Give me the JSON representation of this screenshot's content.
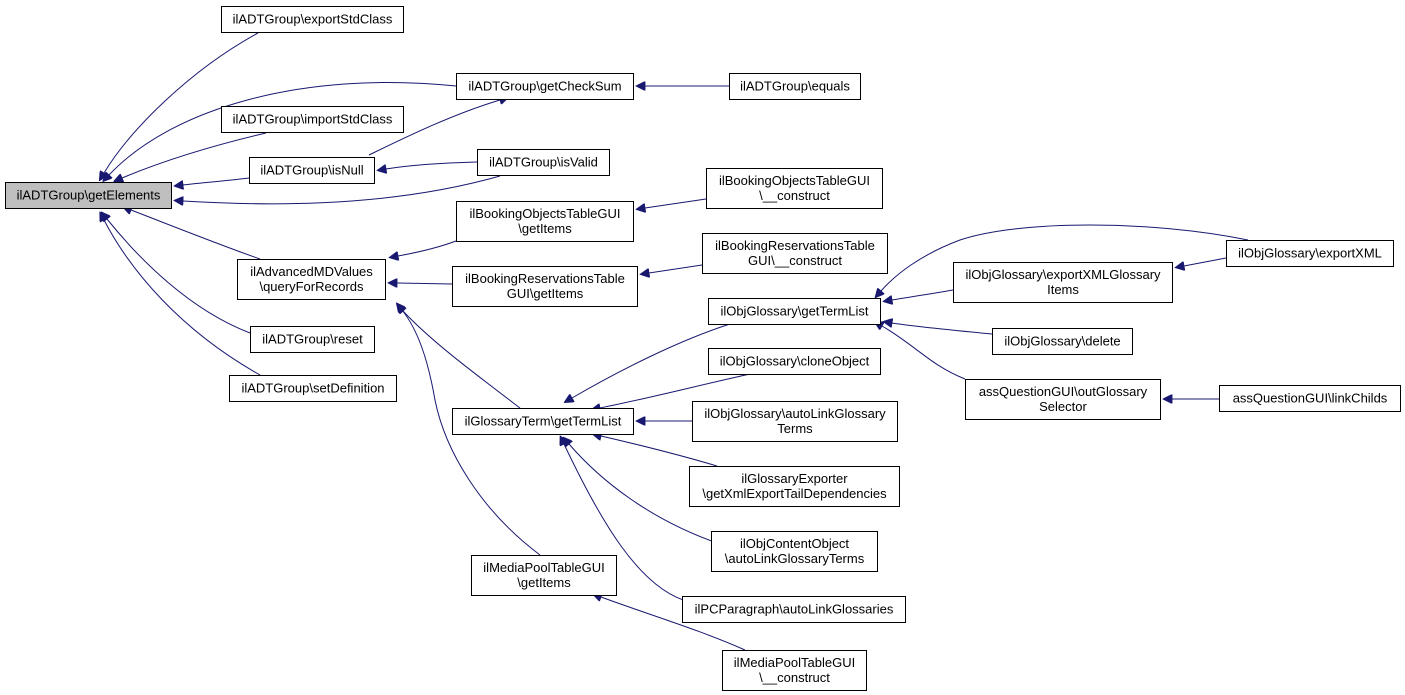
{
  "nodes": {
    "getElements": {
      "lines": [
        "ilADTGroup\\getElements"
      ],
      "focus": true
    },
    "exportStdClass": {
      "lines": [
        "ilADTGroup\\exportStdClass"
      ]
    },
    "getCheckSum": {
      "lines": [
        "ilADTGroup\\getCheckSum"
      ]
    },
    "equals": {
      "lines": [
        "ilADTGroup\\equals"
      ]
    },
    "importStdClass": {
      "lines": [
        "ilADTGroup\\importStdClass"
      ]
    },
    "isNull": {
      "lines": [
        "ilADTGroup\\isNull"
      ]
    },
    "isValid": {
      "lines": [
        "ilADTGroup\\isValid"
      ]
    },
    "queryForRecords": {
      "lines": [
        "ilAdvancedMDValues",
        "\\queryForRecords"
      ]
    },
    "bookingObjGetItems": {
      "lines": [
        "ilBookingObjectsTableGUI",
        "\\getItems"
      ]
    },
    "bookingObjConstruct": {
      "lines": [
        "ilBookingObjectsTableGUI",
        "\\__construct"
      ]
    },
    "bookingResGetItems": {
      "lines": [
        "ilBookingReservationsTable",
        "GUI\\getItems"
      ]
    },
    "bookingResConstruct": {
      "lines": [
        "ilBookingReservationsTable",
        "GUI\\__construct"
      ]
    },
    "reset": {
      "lines": [
        "ilADTGroup\\reset"
      ]
    },
    "setDefinition": {
      "lines": [
        "ilADTGroup\\setDefinition"
      ]
    },
    "objGlossaryGetTermList": {
      "lines": [
        "ilObjGlossary\\getTermList"
      ]
    },
    "exportXMLGlossaryItems": {
      "lines": [
        "ilObjGlossary\\exportXMLGlossary",
        "Items"
      ]
    },
    "exportXML": {
      "lines": [
        "ilObjGlossary\\exportXML"
      ]
    },
    "objGlossaryDelete": {
      "lines": [
        "ilObjGlossary\\delete"
      ]
    },
    "outGlossarySelector": {
      "lines": [
        "assQuestionGUI\\outGlossary",
        "Selector"
      ]
    },
    "linkChilds": {
      "lines": [
        "assQuestionGUI\\linkChilds"
      ]
    },
    "cloneObject": {
      "lines": [
        "ilObjGlossary\\cloneObject"
      ]
    },
    "glossaryTermGetTermList": {
      "lines": [
        "ilGlossaryTerm\\getTermList"
      ]
    },
    "autoLinkGlossaryTerms": {
      "lines": [
        "ilObjGlossary\\autoLinkGlossary",
        "Terms"
      ]
    },
    "glossaryExporter": {
      "lines": [
        "ilGlossaryExporter",
        "\\getXmlExportTailDependencies"
      ]
    },
    "contentObjAutoLink": {
      "lines": [
        "ilObjContentObject",
        "\\autoLinkGlossaryTerms"
      ]
    },
    "pcParagraphAutoLink": {
      "lines": [
        "ilPCParagraph\\autoLinkGlossaries"
      ]
    },
    "mediaPoolGetItems": {
      "lines": [
        "ilMediaPoolTableGUI",
        "\\getItems"
      ]
    },
    "mediaPoolConstruct": {
      "lines": [
        "ilMediaPoolTableGUI",
        "\\__construct"
      ]
    }
  },
  "edges": [
    {
      "from": "exportStdClass",
      "to": "getElements"
    },
    {
      "from": "getCheckSum",
      "to": "getElements"
    },
    {
      "from": "equals",
      "to": "getCheckSum"
    },
    {
      "from": "importStdClass",
      "to": "getElements"
    },
    {
      "from": "isNull",
      "to": "getElements"
    },
    {
      "from": "isNull",
      "to": "getCheckSum"
    },
    {
      "from": "isValid",
      "to": "isNull"
    },
    {
      "from": "isValid",
      "to": "getElements"
    },
    {
      "from": "queryForRecords",
      "to": "getElements"
    },
    {
      "from": "bookingObjGetItems",
      "to": "queryForRecords"
    },
    {
      "from": "bookingObjConstruct",
      "to": "bookingObjGetItems"
    },
    {
      "from": "bookingResGetItems",
      "to": "queryForRecords"
    },
    {
      "from": "bookingResConstruct",
      "to": "bookingResGetItems"
    },
    {
      "from": "reset",
      "to": "getElements"
    },
    {
      "from": "setDefinition",
      "to": "getElements"
    },
    {
      "from": "glossaryTermGetTermList",
      "to": "queryForRecords"
    },
    {
      "from": "mediaPoolGetItems",
      "to": "queryForRecords"
    },
    {
      "from": "mediaPoolConstruct",
      "to": "mediaPoolGetItems"
    },
    {
      "from": "objGlossaryGetTermList",
      "to": "glossaryTermGetTermList"
    },
    {
      "from": "cloneObject",
      "to": "glossaryTermGetTermList"
    },
    {
      "from": "autoLinkGlossaryTerms",
      "to": "glossaryTermGetTermList"
    },
    {
      "from": "glossaryExporter",
      "to": "glossaryTermGetTermList"
    },
    {
      "from": "contentObjAutoLink",
      "to": "glossaryTermGetTermList"
    },
    {
      "from": "pcParagraphAutoLink",
      "to": "glossaryTermGetTermList"
    },
    {
      "from": "exportXML",
      "to": "objGlossaryGetTermList"
    },
    {
      "from": "exportXMLGlossaryItems",
      "to": "objGlossaryGetTermList"
    },
    {
      "from": "exportXML",
      "to": "exportXMLGlossaryItems"
    },
    {
      "from": "objGlossaryDelete",
      "to": "objGlossaryGetTermList"
    },
    {
      "from": "outGlossarySelector",
      "to": "objGlossaryGetTermList"
    },
    {
      "from": "linkChilds",
      "to": "outGlossarySelector"
    }
  ],
  "colors": {
    "edge": "#191970",
    "focus_fill": "#bfbfbf",
    "node_border": "#000000"
  }
}
